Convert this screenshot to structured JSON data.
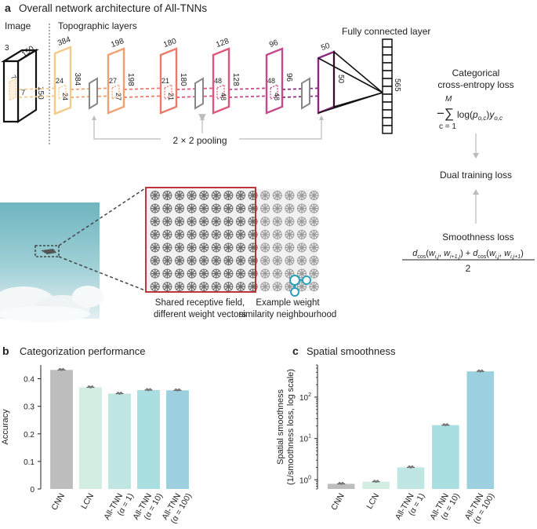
{
  "panel_a": {
    "letter": "a",
    "title": "Overall network architecture of All-TNNs",
    "image_label": "Image",
    "topographic_label": "Topographic layers",
    "fc_label": "Fully connected layer",
    "input_dims": {
      "channels": "3",
      "width": "150",
      "height": "150",
      "kernel_a": "7",
      "kernel_b": "7"
    },
    "layers": [
      {
        "size": "384",
        "kernel": "24",
        "color": "#f5c98a"
      },
      {
        "size": "198",
        "kernel": "27",
        "color": "#f0a070"
      },
      {
        "size": "180",
        "kernel": "21",
        "color": "#ec7a6c"
      },
      {
        "size": "128",
        "kernel": "48",
        "color": "#e0567a"
      },
      {
        "size": "96",
        "kernel": "48",
        "color": "#c8488e"
      },
      {
        "size": "50",
        "kernel": "",
        "color": "#8c2a7e"
      }
    ],
    "fc_units": "565",
    "pooling_label": "2 × 2 pooling",
    "ce_loss_label": "Categorical cross-entropy loss",
    "ce_formula": "−∑ log(p_o,c) y_o,c",
    "ce_sum_top": "M",
    "ce_sum_bottom": "c = 1",
    "dual_loss_label": "Dual training loss",
    "smooth_loss_label": "Smoothness loss",
    "smooth_formula_num": "d_cos(w_i,j, w_i+1,j) + d_cos(w_i,j, w_i,j+1)",
    "smooth_formula_den": "2",
    "shared_rf_label": "Shared receptive field, different weight vectors",
    "example_weight_label": "Example weight similarity neighbourhood",
    "red_color": "#b52025",
    "teal_color": "#2aa0b8"
  },
  "panel_b": {
    "letter": "b",
    "title": "Categorization performance",
    "chart_data": {
      "type": "bar",
      "categories": [
        "CNN",
        "LCN",
        "All-TNN (α = 1)",
        "All-TNN (α = 10)",
        "All-TNN (α = 100)"
      ],
      "values": [
        0.432,
        0.369,
        0.346,
        0.359,
        0.358
      ],
      "ylabel": "Accuracy",
      "ylim": [
        0,
        0.45
      ],
      "yticks": [
        "0",
        "0.1",
        "0.2",
        "0.3",
        "0.4"
      ],
      "colors": [
        "#bdbdbd",
        "#d4ede2",
        "#bfe6e3",
        "#a9dfe1",
        "#9dd0df"
      ]
    }
  },
  "panel_c": {
    "letter": "c",
    "title": "Spatial smoothness",
    "chart_data": {
      "type": "bar",
      "log_scale": true,
      "categories": [
        "CNN",
        "LCN",
        "All-TNN (α = 1)",
        "All-TNN (α = 10)",
        "All-TNN (α = 100)"
      ],
      "values": [
        0.8,
        0.9,
        2.0,
        21,
        420
      ],
      "ylabel": "Spatial smoothness (1/smoothness loss, log scale)",
      "ylim": [
        0.6,
        600
      ],
      "yticks": [
        "10^0",
        "10^1",
        "10^2"
      ],
      "colors": [
        "#bdbdbd",
        "#d4ede2",
        "#bfe6e3",
        "#a9dfe1",
        "#9dd0df"
      ]
    }
  }
}
